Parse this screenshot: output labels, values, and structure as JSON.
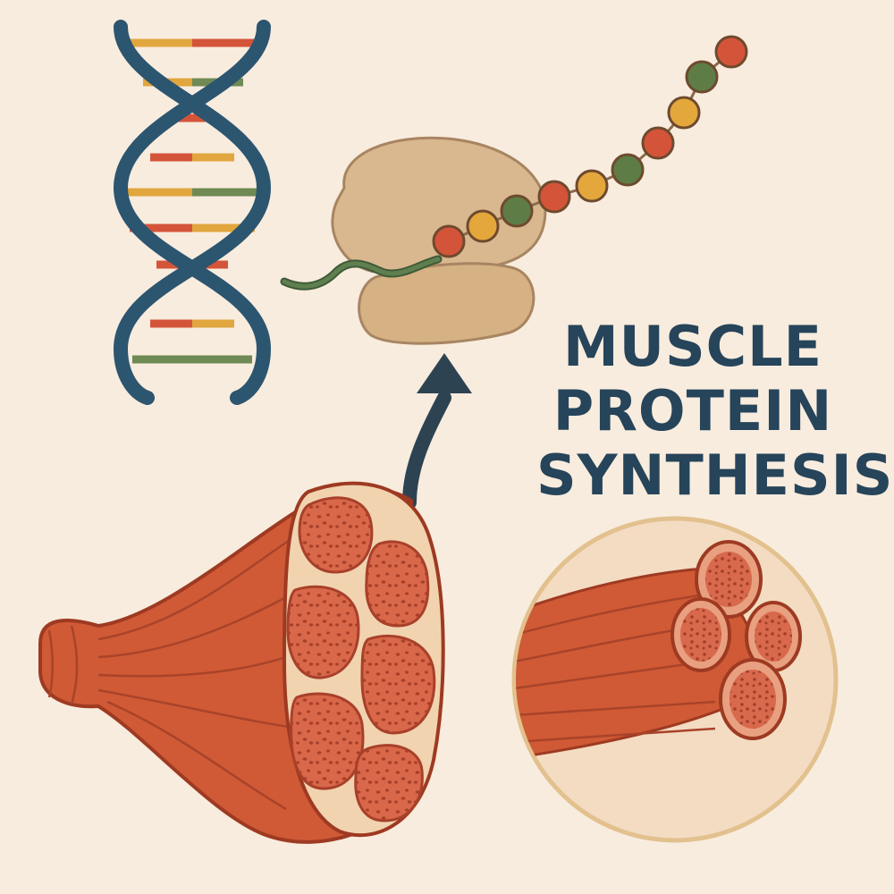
{
  "title": {
    "line1": "MUSCLE",
    "line2": "PROTEIN",
    "line3": "SYNTHESIS"
  },
  "colors": {
    "background": "#f8ecde",
    "title": "#26445a",
    "dna_backbone": "#2c5570",
    "dna_base_red": "#d4543a",
    "dna_base_yellow": "#e1a63e",
    "dna_base_green": "#6f8a55",
    "ribosome": "#d9b78f",
    "mrna": "#4e6b45",
    "muscle": "#cf5a35",
    "muscle_dark": "#9e3a22",
    "fascicle_fill": "#d9684a",
    "connective": "#f1d3b0",
    "arrow": "#2e4352"
  },
  "icons": [
    "dna-double-helix-icon",
    "ribosome-icon",
    "amino-acid-chain-icon",
    "muscle-cross-section-icon",
    "myofibril-bundle-icon",
    "curved-arrow-icon"
  ],
  "amino_acid_colors": [
    "#d4543a",
    "#e4a73c",
    "#5e7d46",
    "#d4543a",
    "#e4a73c",
    "#5e7d46",
    "#d4543a",
    "#e4a73c",
    "#5e7d46",
    "#d4543a"
  ]
}
